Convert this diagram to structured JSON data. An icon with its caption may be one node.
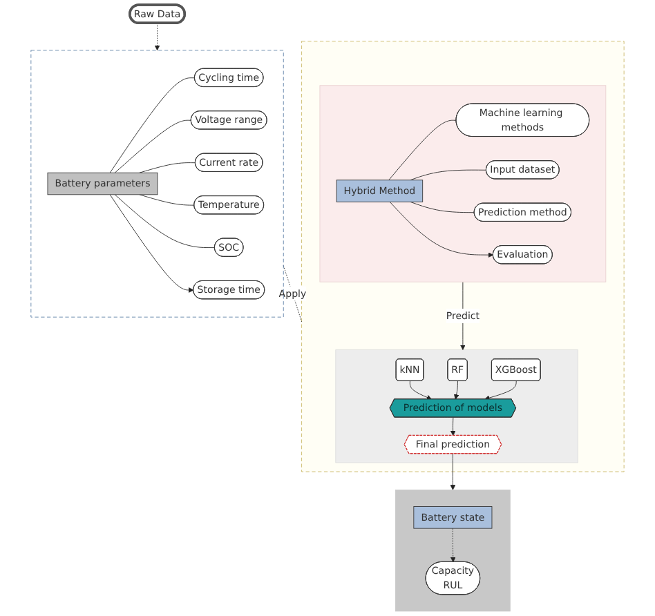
{
  "diagram": {
    "nodes": [
      {
        "text": [
          "Raw Data"
        ]
      },
      {
        "text": [],
        "shape": "box"
      },
      {
        "text": [
          "Battery parameters"
        ],
        "in": 1
      },
      {
        "text": [
          "Cycling time"
        ],
        "in": 1
      },
      {
        "text": [
          "Voltage range"
        ],
        "in": 1
      },
      {
        "text": [
          "Current rate"
        ],
        "in": 1
      },
      {
        "text": [
          "Temperature"
        ],
        "in": 1
      },
      {
        "text": [
          "SOC"
        ],
        "in": 1
      },
      {
        "text": [
          "Storage time"
        ],
        "in": 1
      },
      {
        "text": [],
        "shape": "box"
      },
      {
        "text": [
          "Battery state"
        ],
        "in": 9
      },
      {
        "text": [
          "Capacity",
          "RUL"
        ],
        "in": 9
      },
      {
        "text": [],
        "shape": "box"
      },
      {
        "text": [],
        "shape": "box",
        "in": 12
      },
      {
        "text": [
          "Hybrid Method"
        ],
        "in": 13
      },
      {
        "text": [
          "Machine learning methods"
        ],
        "in": 13
      },
      {
        "text": [
          "Input dataset"
        ],
        "in": 13
      },
      {
        "text": [
          "Prediction method"
        ],
        "in": 13
      },
      {
        "text": [
          "Evaluation"
        ],
        "in": 13
      },
      {
        "text": [],
        "shape": "box",
        "in": 12
      },
      {
        "text": [
          "kNN"
        ],
        "in": 19
      },
      {
        "text": [
          "RF"
        ],
        "in": 19
      },
      {
        "text": [
          "XGBoost"
        ],
        "in": 19
      },
      {
        "text": [
          "Prediction of models"
        ],
        "in": 19
      },
      {
        "text": [
          "Final prediction"
        ],
        "in": 19
      }
    ],
    "edges": [
      {
        "from": 0,
        "to": 1,
        "arrow": "to",
        "style": "dashed"
      },
      {
        "from": 2,
        "to": 3,
        "arrow": "none"
      },
      {
        "from": 2,
        "to": 4,
        "arrow": "none"
      },
      {
        "from": 2,
        "to": 5,
        "arrow": "none"
      },
      {
        "from": 2,
        "to": 6,
        "arrow": "none"
      },
      {
        "from": 2,
        "to": 7,
        "arrow": "none"
      },
      {
        "from": 2,
        "to": 8,
        "arrow": "to"
      },
      {
        "from": 10,
        "to": 11,
        "arrow": "to",
        "style": "dashed"
      },
      {
        "from": 1,
        "to": 12,
        "arrow": "none",
        "label": "Apply",
        "style": "dashed"
      },
      {
        "from": 14,
        "to": 15,
        "arrow": "none"
      },
      {
        "from": 14,
        "to": 16,
        "arrow": "none"
      },
      {
        "from": 14,
        "to": 17,
        "arrow": "none"
      },
      {
        "from": 14,
        "to": 18,
        "arrow": "to"
      },
      {
        "from": 13,
        "to": 19,
        "arrow": "to",
        "label": "Predict"
      },
      {
        "from": 20,
        "to": 23,
        "arrow": "to"
      },
      {
        "from": 21,
        "to": 23,
        "arrow": "to"
      },
      {
        "from": 22,
        "to": 23,
        "arrow": "to"
      },
      {
        "from": 23,
        "to": 24,
        "arrow": "to"
      },
      {
        "from": 24,
        "to": 9,
        "arrow": "to"
      }
    ]
  }
}
